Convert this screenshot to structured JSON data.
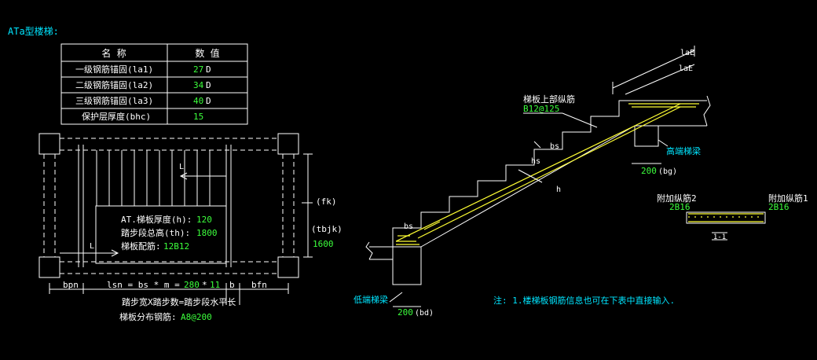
{
  "title": "ATa型楼梯:",
  "table": {
    "headers": [
      "名 称",
      "数 值"
    ],
    "rows": [
      {
        "name": "一级钢筋锚固(la1)",
        "value": "27",
        "unit": "D"
      },
      {
        "name": "二级钢筋锚固(la2)",
        "value": "34",
        "unit": "D"
      },
      {
        "name": "三级钢筋锚固(la3)",
        "value": "40",
        "unit": "D"
      },
      {
        "name": "保护层厚度(bhc)",
        "value": "15",
        "unit": ""
      }
    ]
  },
  "plan": {
    "thickness_label": "AT.梯板厚度(h):",
    "thickness_value": "120",
    "height_label": "踏步段总高(th):",
    "height_value": "1800",
    "rebar_label": "梯板配筋:",
    "rebar_value": "12B12",
    "fk": "(fk)",
    "tbjk": "(tbjk)",
    "tbjk_value": "1600",
    "bpn": "bpn",
    "bfn": "bfn",
    "b": "b",
    "L": "L",
    "lsn_formula": "lsn = bs * m =",
    "bs_value": "280",
    "times": "*",
    "m_value": "11",
    "caption1": "踏步宽X踏步数=踏步段水平长",
    "caption2_label": "梯板分布钢筋:",
    "caption2_value": "A8@200"
  },
  "section": {
    "le1": "laE",
    "le2": "laE",
    "top_rebar_label": "梯板上部纵筋",
    "top_rebar_value": "B12@125",
    "high_beam": "高端梯梁",
    "low_beam": "低端梯梁",
    "bs_top": "bs",
    "hs": "hs",
    "bs_bottom": "bs",
    "bg_value": "200",
    "bg_label": "(bg)",
    "bd_value": "200",
    "bd_label": "(bd)",
    "h_mark": "h",
    "extra2_label": "附加纵筋2",
    "extra2_value": "2B16",
    "extra1_label": "附加纵筋1",
    "extra1_value": "2B16",
    "section_mark": "1-1",
    "note": "注: 1.楼梯板钢筋信息也可在下表中直接输入."
  },
  "colors": {
    "background": "#000000",
    "line": "#ffffff",
    "label_cyan": "#00e5ff",
    "value_green": "#3cff3c",
    "rebar_yellow": "#ffff33"
  }
}
